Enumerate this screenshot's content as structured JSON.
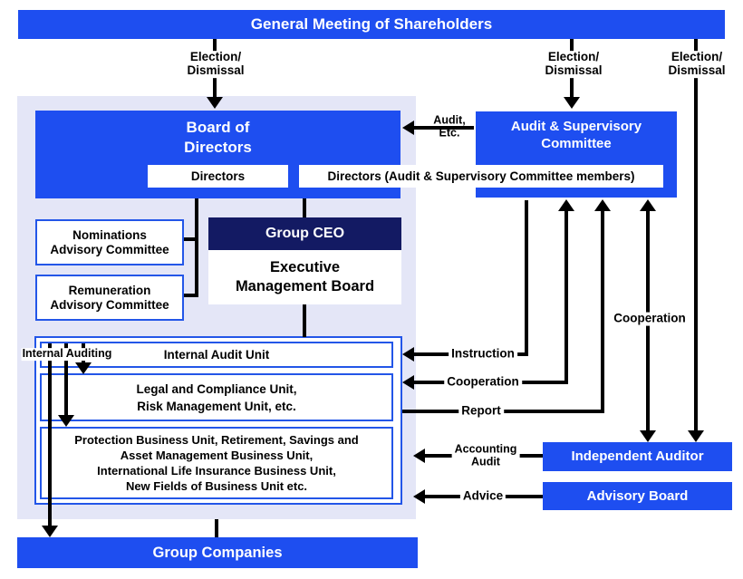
{
  "colors": {
    "blue": "#1e4ef0",
    "navy": "#131a63",
    "lavender": "#e4e6f7",
    "border_blue": "#2356e8",
    "ink": "#000000"
  },
  "shareholders": {
    "title": "General Meeting of Shareholders"
  },
  "board": {
    "title": "Board of\nDirectors",
    "directors_label": "Directors",
    "directors_asc_label": "Directors (Audit & Supervisory Committee members)"
  },
  "audit_committee": {
    "title": "Audit & Supervisory\nCommittee"
  },
  "advisory_committees": {
    "nominations": "Nominations\nAdvisory Committee",
    "remuneration": "Remuneration\nAdvisory Committee"
  },
  "executive": {
    "ceo_title": "Group CEO",
    "board_title": "Executive\nManagement Board"
  },
  "units": {
    "internal_audit": "Internal Audit Unit",
    "legal_compliance": "Legal and Compliance Unit,\nRisk Management Unit, etc.",
    "business_units": "Protection Business Unit, Retirement, Savings and\nAsset Management Business Unit,\nInternational Life Insurance Business Unit,\nNew Fields of Business Unit etc."
  },
  "external": {
    "independent_auditor": "Independent Auditor",
    "advisory_board": "Advisory Board"
  },
  "group_companies": {
    "title": "Group Companies"
  },
  "flow_labels": {
    "election_dismissal": "Election/\nDismissal",
    "audit_etc": "Audit,\nEtc.",
    "internal_auditing": "Internal Auditing",
    "instruction": "Instruction",
    "cooperation": "Cooperation",
    "report": "Report",
    "cooperation_vertical": "Cooperation",
    "accounting_audit": "Accounting\nAudit",
    "advice": "Advice"
  }
}
